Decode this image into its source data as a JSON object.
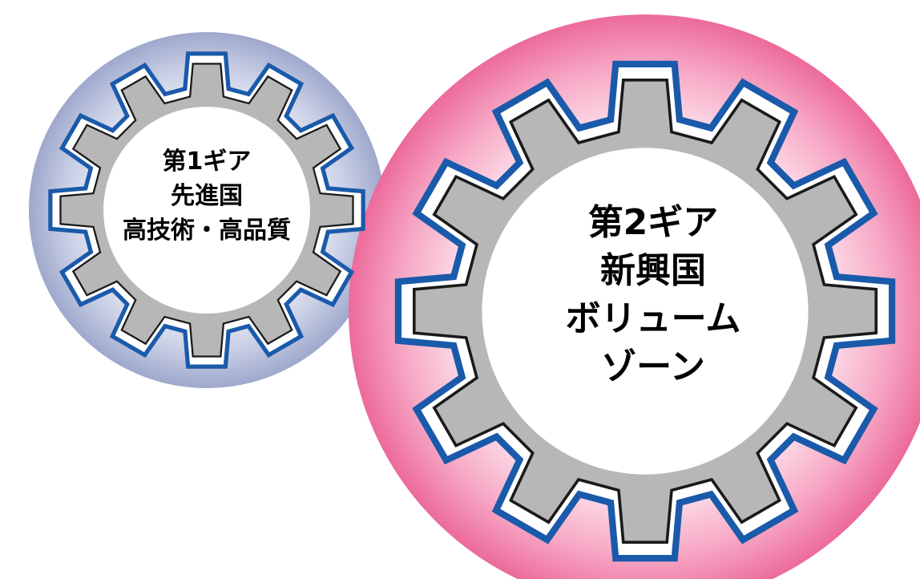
{
  "colors": {
    "gear1_halo": "#aeb7d6",
    "gear2_halo": "#ee6a9c",
    "gear_outline": "#1a5aaa",
    "gear_teeth": "#b7b7b7",
    "gear_inner": "#ffffff"
  },
  "gear1": {
    "line1": "第1ギア",
    "line2": "先進国",
    "line3": "高技術・高品質"
  },
  "gear2": {
    "line1": "第2ギア",
    "line2": "新興国",
    "line3": "ボリューム",
    "line4": "ゾーン"
  }
}
